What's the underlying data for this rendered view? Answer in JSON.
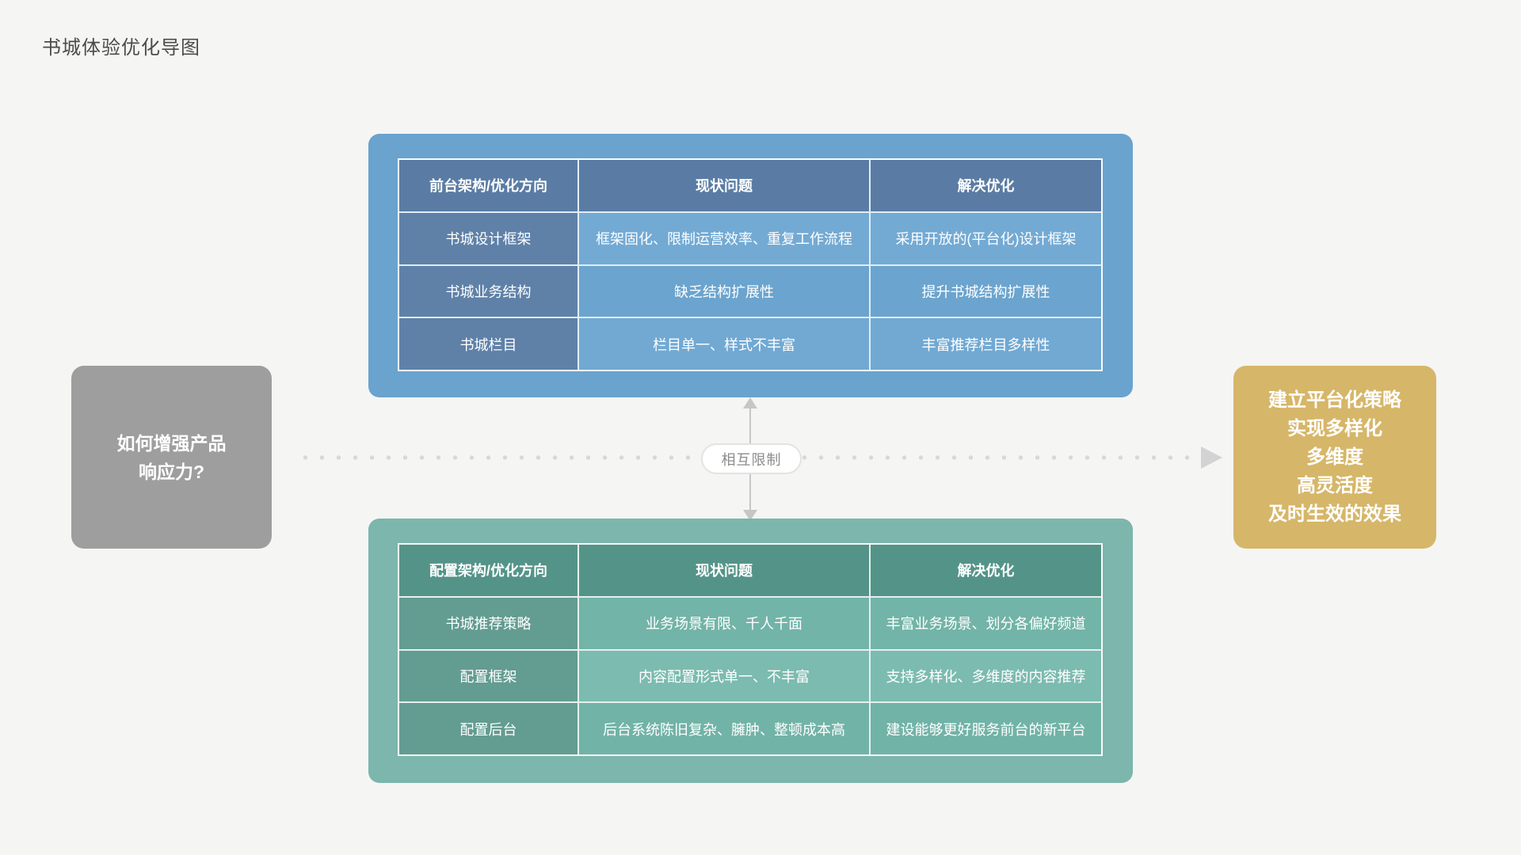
{
  "page": {
    "title": "书城体验优化导图",
    "background": "#f5f5f4"
  },
  "question_box": {
    "lines": [
      "如何增强产品",
      "响应力?"
    ],
    "color": "#9e9e9e"
  },
  "front_panel": {
    "color": "#69a3ce",
    "header_color": "#5a7ca4",
    "header": [
      "前台架构/优化方向",
      "现状问题",
      "解决优化"
    ],
    "rows": [
      {
        "label": "书城设计框架",
        "problem": "框架固化、限制运营效率、重复工作流程",
        "solution": "采用开放的(平台化)设计框架"
      },
      {
        "label": "书城业务结构",
        "problem": "缺乏结构扩展性",
        "solution": "提升书城结构扩展性"
      },
      {
        "label": "书城栏目",
        "problem": "栏目单一、样式不丰富",
        "solution": "丰富推荐栏目多样性"
      }
    ]
  },
  "config_panel": {
    "color": "#7cb6ac",
    "header_color": "#549488",
    "header": [
      "配置架构/优化方向",
      "现状问题",
      "解决优化"
    ],
    "rows": [
      {
        "label": "书城推荐策略",
        "problem": "业务场景有限、千人千面",
        "solution": "丰富业务场景、划分各偏好频道"
      },
      {
        "label": "配置框架",
        "problem": "内容配置形式单一、不丰富",
        "solution": "支持多样化、多维度的内容推荐"
      },
      {
        "label": "配置后台",
        "problem": "后台系统陈旧复杂、臃肿、整顿成本高",
        "solution": "建设能够更好服务前台的新平台"
      }
    ]
  },
  "connector": {
    "label": "相互限制",
    "dot_color": "#d8d8d8",
    "line_color": "#c6c6c6"
  },
  "goal_box": {
    "lines": [
      "建立平台化策略",
      "实现多样化",
      "多维度",
      "高灵活度",
      "及时生效的效果"
    ],
    "color": "#d6b669"
  }
}
